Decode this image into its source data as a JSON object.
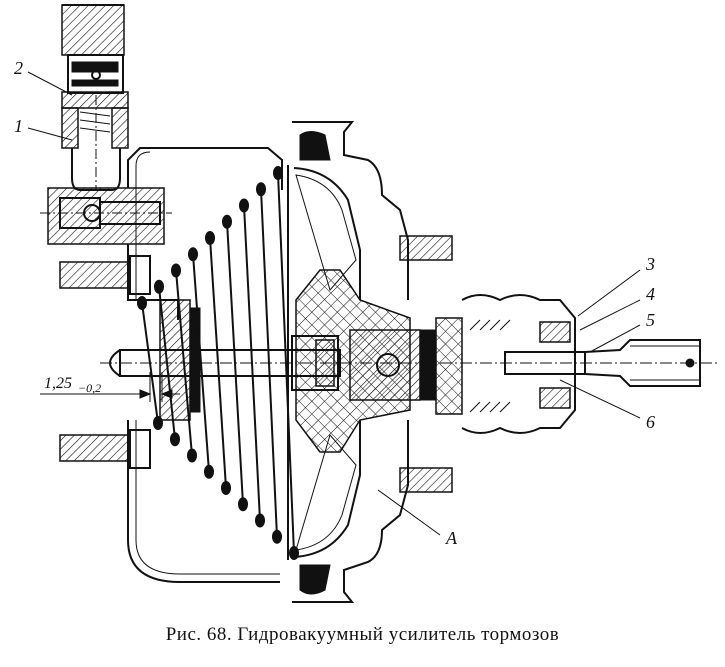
{
  "figure": {
    "caption": "Рис. 68. Гидровакуумный усилитель тормозов",
    "dimension": {
      "value": "1,25",
      "tolerance": "−0,2"
    },
    "callouts": [
      {
        "key": "1",
        "text": "1"
      },
      {
        "key": "2",
        "text": "2"
      },
      {
        "key": "3",
        "text": "3"
      },
      {
        "key": "4",
        "text": "4"
      },
      {
        "key": "5",
        "text": "5"
      },
      {
        "key": "6",
        "text": "6"
      },
      {
        "key": "A",
        "text": "A"
      }
    ]
  }
}
